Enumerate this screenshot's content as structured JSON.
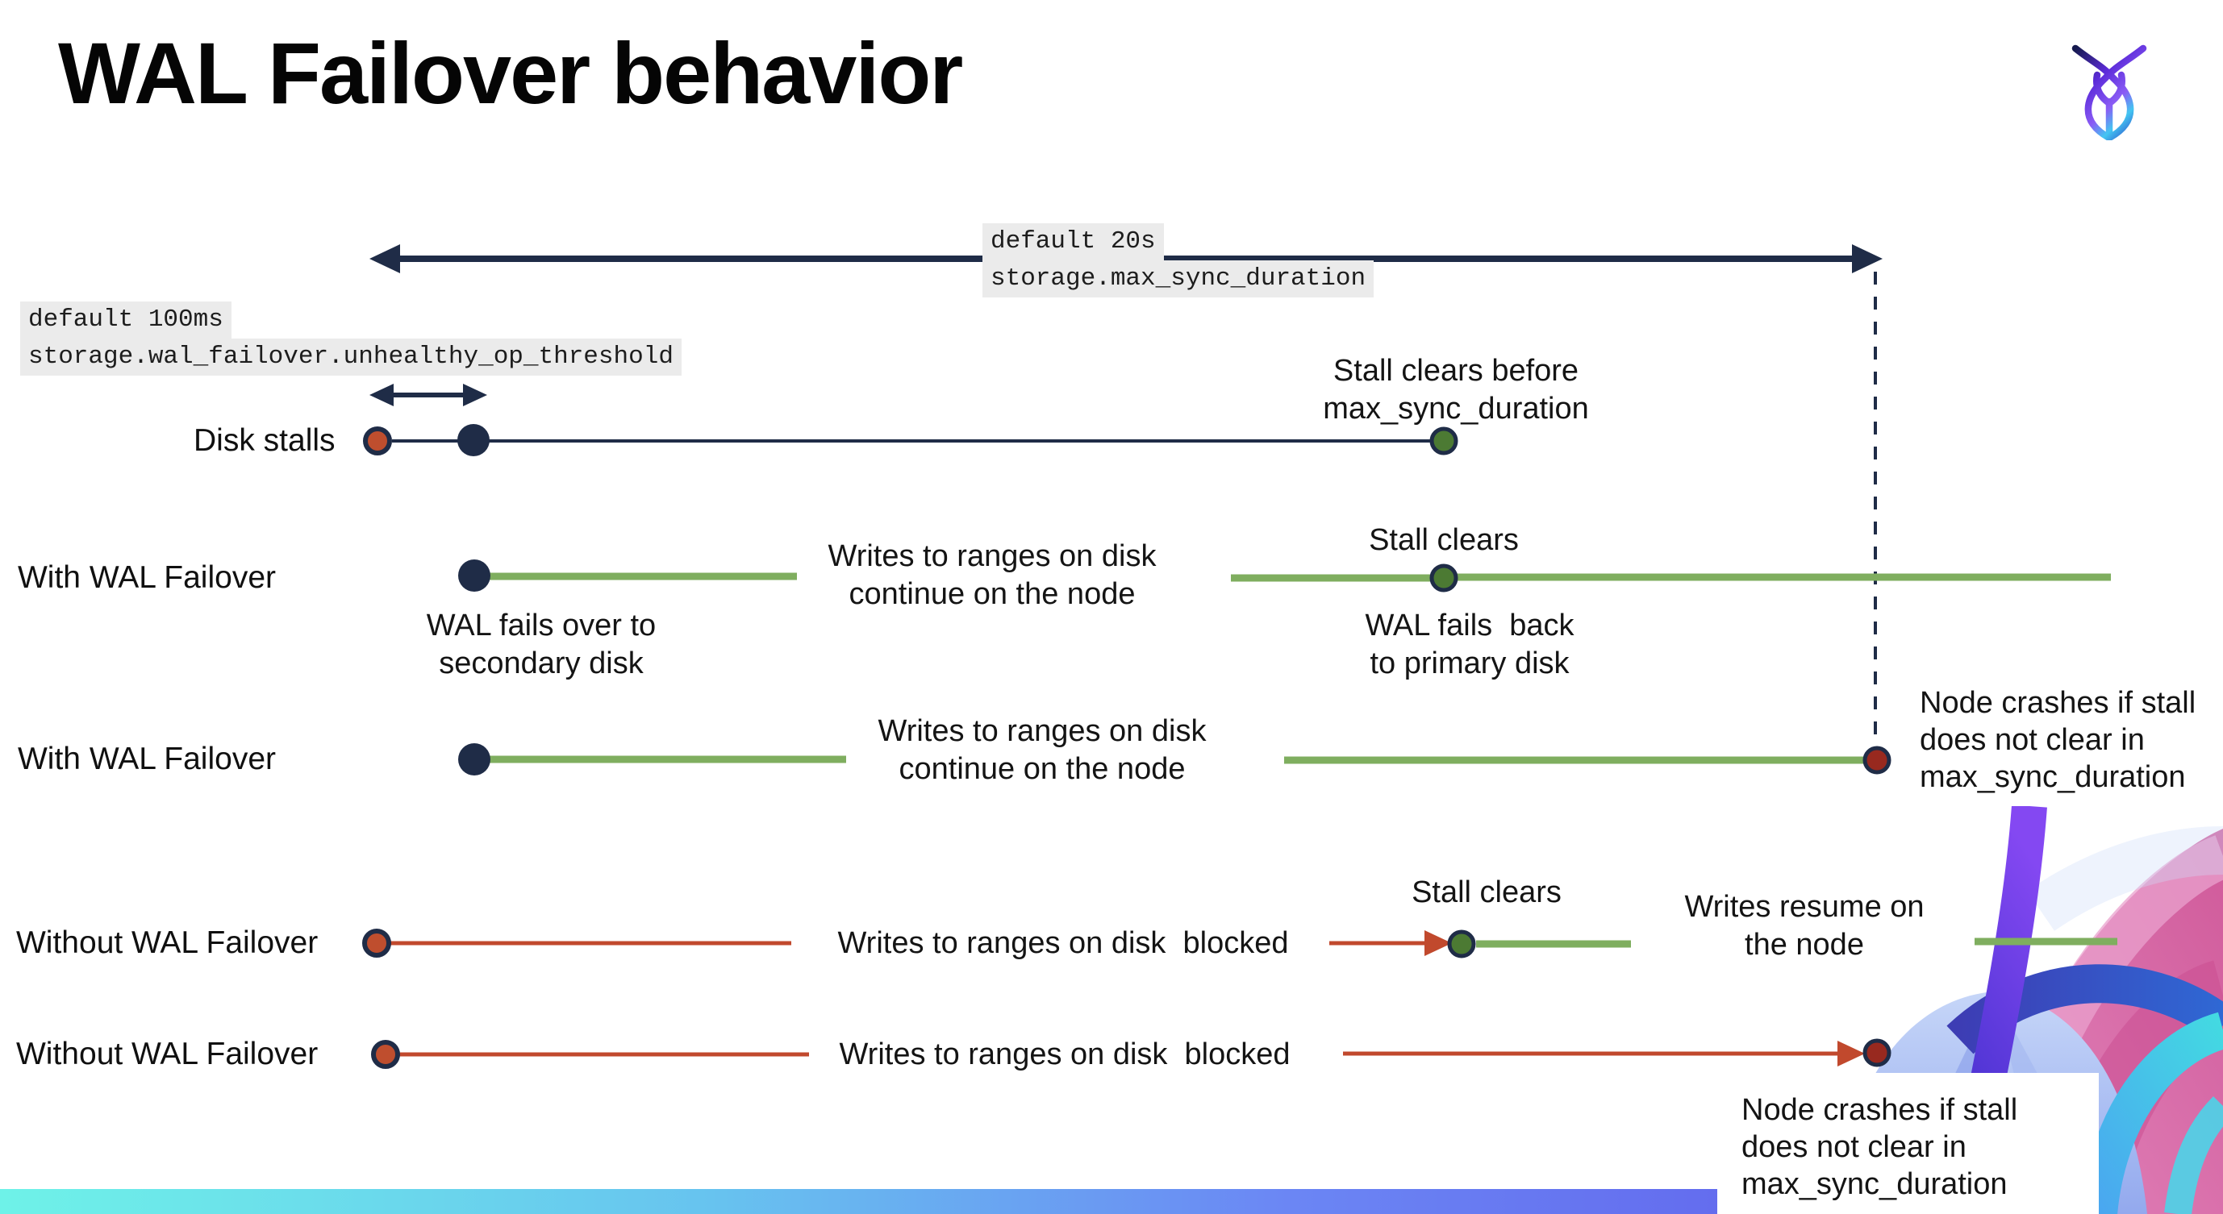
{
  "header": {
    "title": "WAL Failover behavior",
    "logo": "cockroachdb-logo"
  },
  "config_annotations": {
    "max_sync_duration": {
      "default_label": "default 20s",
      "setting": "storage.max_sync_duration"
    },
    "unhealthy_op_threshold": {
      "default_label": "default 100ms",
      "setting": "storage.wal_failover.unhealthy_op_threshold"
    }
  },
  "rows": [
    {
      "label": "Disk stalls"
    },
    {
      "label": "With WAL Failover"
    },
    {
      "label": "With WAL Failover"
    },
    {
      "label": "Without WAL Failover"
    },
    {
      "label": "Without WAL Failover"
    }
  ],
  "annotations": {
    "stall_clears_before": "Stall clears before\nmax_sync_duration",
    "wal_fails_over": "WAL fails over to\nsecondary disk",
    "writes_continue_1": "Writes to ranges on disk\ncontinue on the node",
    "stall_clears_1": "Stall clears",
    "wal_fails_back": "WAL fails  back\nto primary disk",
    "writes_continue_2": "Writes to ranges on disk\ncontinue on the node",
    "node_crashes_1": "Node crashes if stall\ndoes not clear in\nmax_sync_duration",
    "writes_blocked_1": "Writes to ranges on disk  blocked",
    "stall_clears_2": "Stall clears",
    "writes_resume": "Writes resume on\nthe node",
    "writes_blocked_2": "Writes to ranges on disk  blocked",
    "node_crashes_2": "Node crashes if stall\ndoes not clear in\nmax_sync_duration"
  },
  "colors": {
    "navy": "#1f2c47",
    "green_line": "#7fae5f",
    "green_dot": "#4c7a33",
    "red": "#c1492d",
    "red_dot": "#bf4e2e",
    "crash_dot": "#98291f",
    "code_bg": "#ebebeb",
    "footer_gradient": [
      "#6ef2e8",
      "#67c3ef",
      "#6b86f4",
      "#5b4fe8"
    ]
  }
}
